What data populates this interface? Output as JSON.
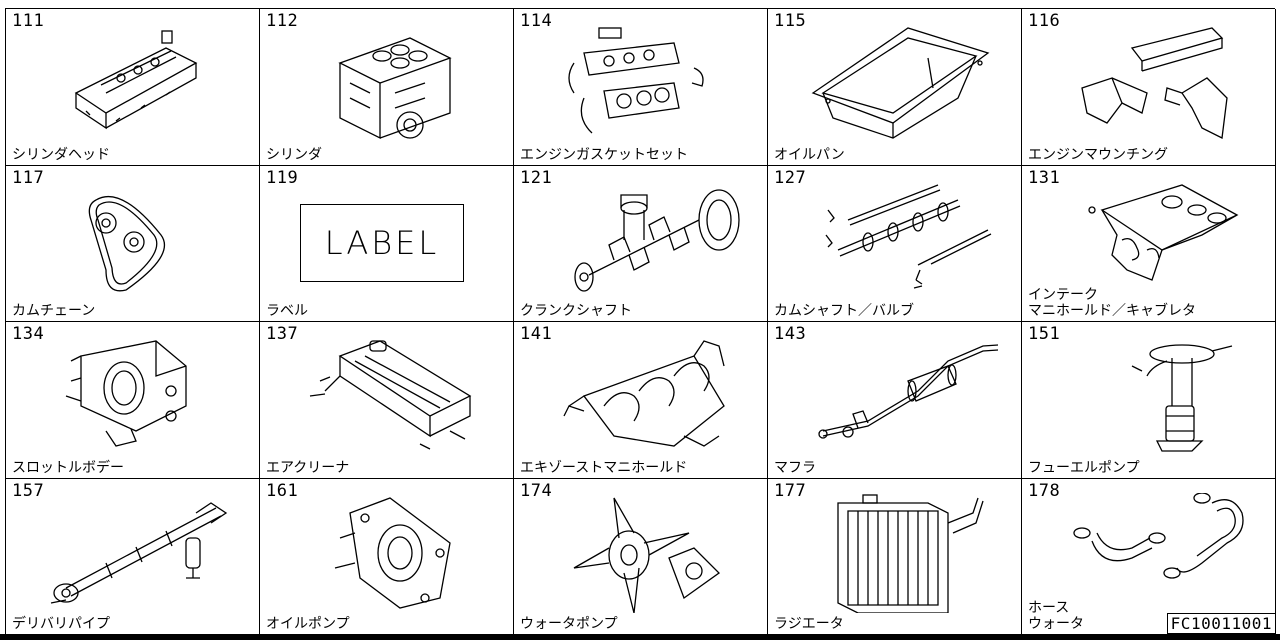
{
  "catalog": {
    "doc_code": "FC10011001",
    "items": [
      {
        "code": "111",
        "name": "シリンダヘッド",
        "icon": "cylinder-head-icon"
      },
      {
        "code": "112",
        "name": "シリンダ",
        "icon": "cylinder-block-icon"
      },
      {
        "code": "114",
        "name": "エンジンガスケットセット",
        "icon": "gasket-set-icon"
      },
      {
        "code": "115",
        "name": "オイルパン",
        "icon": "oil-pan-icon"
      },
      {
        "code": "116",
        "name": "エンジンマウンチング",
        "icon": "engine-mount-icon"
      },
      {
        "code": "117",
        "name": "カムチェーン",
        "icon": "cam-chain-icon"
      },
      {
        "code": "119",
        "name": "ラベル",
        "icon": "label-box",
        "label_text": "LABEL"
      },
      {
        "code": "121",
        "name": "クランクシャフト",
        "icon": "crankshaft-icon"
      },
      {
        "code": "127",
        "name": "カムシャフト／バルブ",
        "icon": "camshaft-valve-icon"
      },
      {
        "code": "131",
        "name": "インテーク\nマニホールド／キャブレタ",
        "icon": "intake-manifold-icon"
      },
      {
        "code": "134",
        "name": "スロットルボデー",
        "icon": "throttle-body-icon"
      },
      {
        "code": "137",
        "name": "エアクリーナ",
        "icon": "air-cleaner-icon"
      },
      {
        "code": "141",
        "name": "エキゾーストマニホールド",
        "icon": "exhaust-manifold-icon"
      },
      {
        "code": "143",
        "name": "マフラ",
        "icon": "muffler-icon"
      },
      {
        "code": "151",
        "name": "フューエルポンプ",
        "icon": "fuel-pump-icon"
      },
      {
        "code": "157",
        "name": "デリバリパイプ",
        "icon": "delivery-pipe-icon"
      },
      {
        "code": "161",
        "name": "オイルポンプ",
        "icon": "oil-pump-icon"
      },
      {
        "code": "174",
        "name": "ウォータポンプ",
        "icon": "water-pump-icon"
      },
      {
        "code": "177",
        "name": "ラジエータ",
        "icon": "radiator-icon"
      },
      {
        "code": "178",
        "name": "ホース\nウォータ",
        "icon": "water-hose-icon"
      }
    ]
  }
}
